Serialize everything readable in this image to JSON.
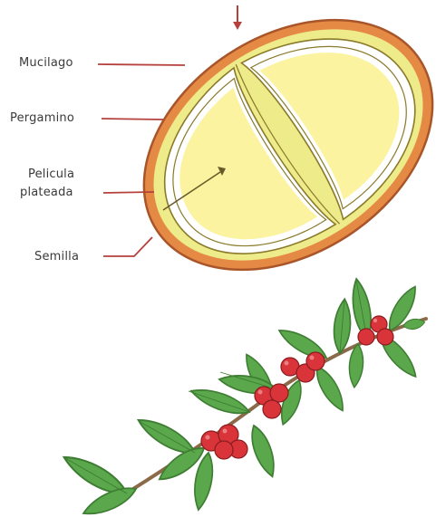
{
  "labels": {
    "mucilago": "Mucilago",
    "pergamino": "Pergamino",
    "pelicula_line1": "Pelicula",
    "pelicula_line2": "plateada",
    "semilla": "Semilla"
  },
  "colors": {
    "mucilage": "#e58a45",
    "mucilage_edge": "#a9552a",
    "pulp": "#eeeb8a",
    "parchment": "#ffffff",
    "seed": "#fbf3a0",
    "leader": "#b5413d",
    "leaf": "#5aa84b",
    "leaf_dark": "#3e7d33",
    "berry": "#d8343a",
    "branch": "#8b6a4a"
  },
  "icons": {
    "bean": "coffee-bean-cross-section-icon",
    "branch": "coffee-branch-with-cherries-icon"
  }
}
